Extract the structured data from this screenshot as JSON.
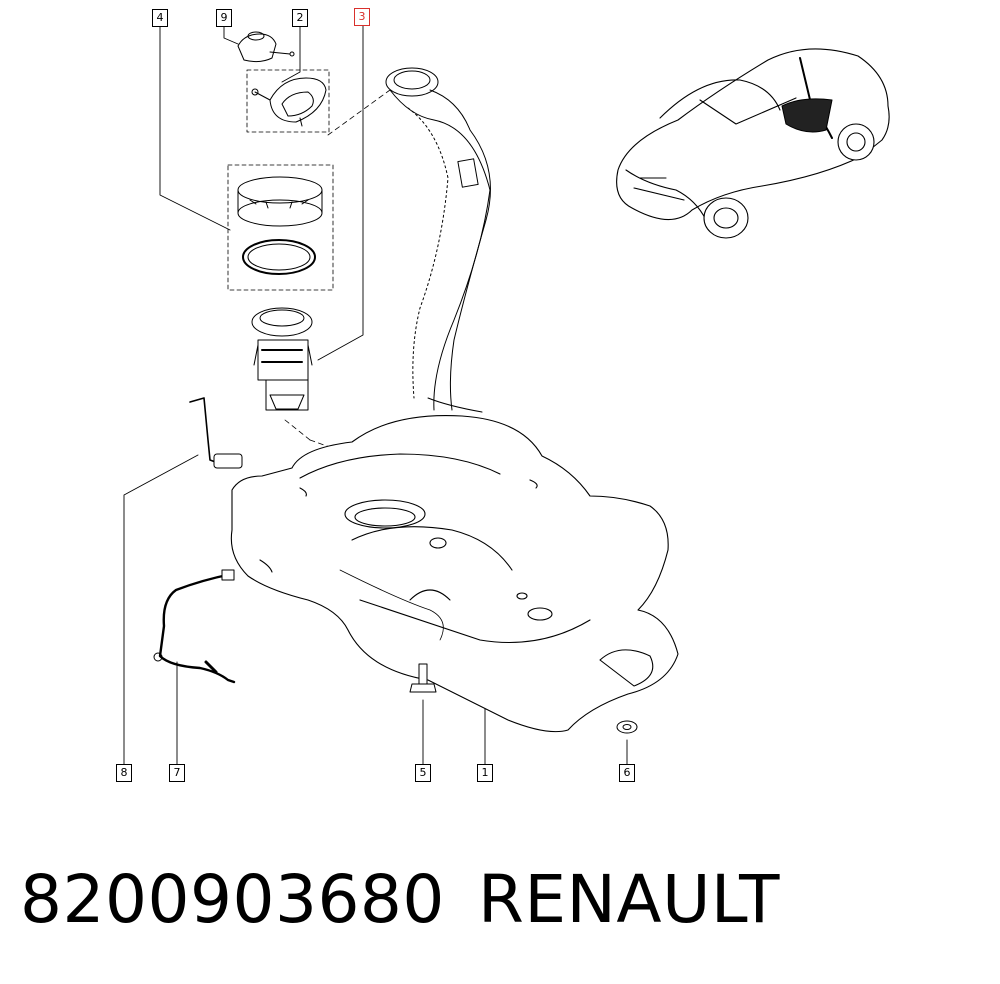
{
  "callouts": {
    "c1": "1",
    "c2": "2",
    "c3": "3",
    "c4": "4",
    "c5": "5",
    "c6": "6",
    "c7": "7",
    "c8": "8",
    "c9": "9"
  },
  "highlighted_callout": "3",
  "caption": {
    "part_number": "8200903680",
    "brand": "RENAULT"
  },
  "colors": {
    "line": "#000000",
    "highlight": "#d9302c",
    "background": "#ffffff"
  },
  "icons": [
    "fuel-tank-drawing",
    "filler-neck-drawing",
    "fuel-pump-module-drawing",
    "car-location-drawing"
  ]
}
